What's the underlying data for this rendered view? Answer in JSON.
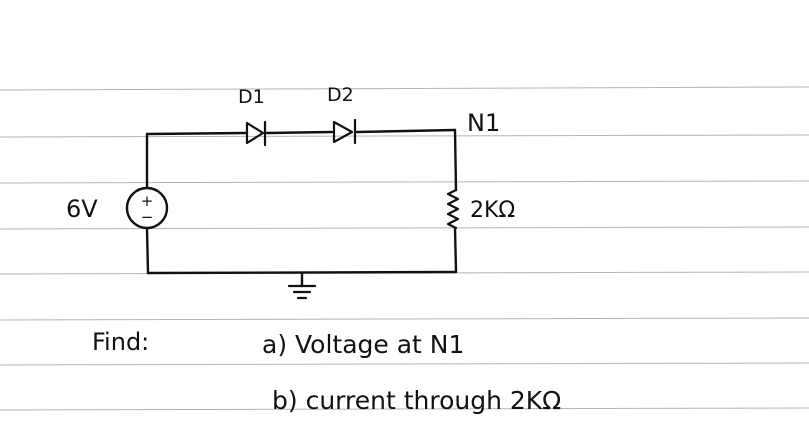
{
  "circuit": {
    "diode1_label": "D1",
    "diode2_label": "D2",
    "node_label": "N1",
    "source_label": "6V",
    "source_plus": "+",
    "source_minus": "−",
    "resistor_label": "2KΩ"
  },
  "problem": {
    "find_label": "Find:",
    "part_a": "a) Voltage at N1",
    "part_b": "b) current through 2KΩ"
  },
  "colors": {
    "ink": "#111111",
    "rule_lines": "#b5b5b5",
    "paper": "#ffffff"
  }
}
